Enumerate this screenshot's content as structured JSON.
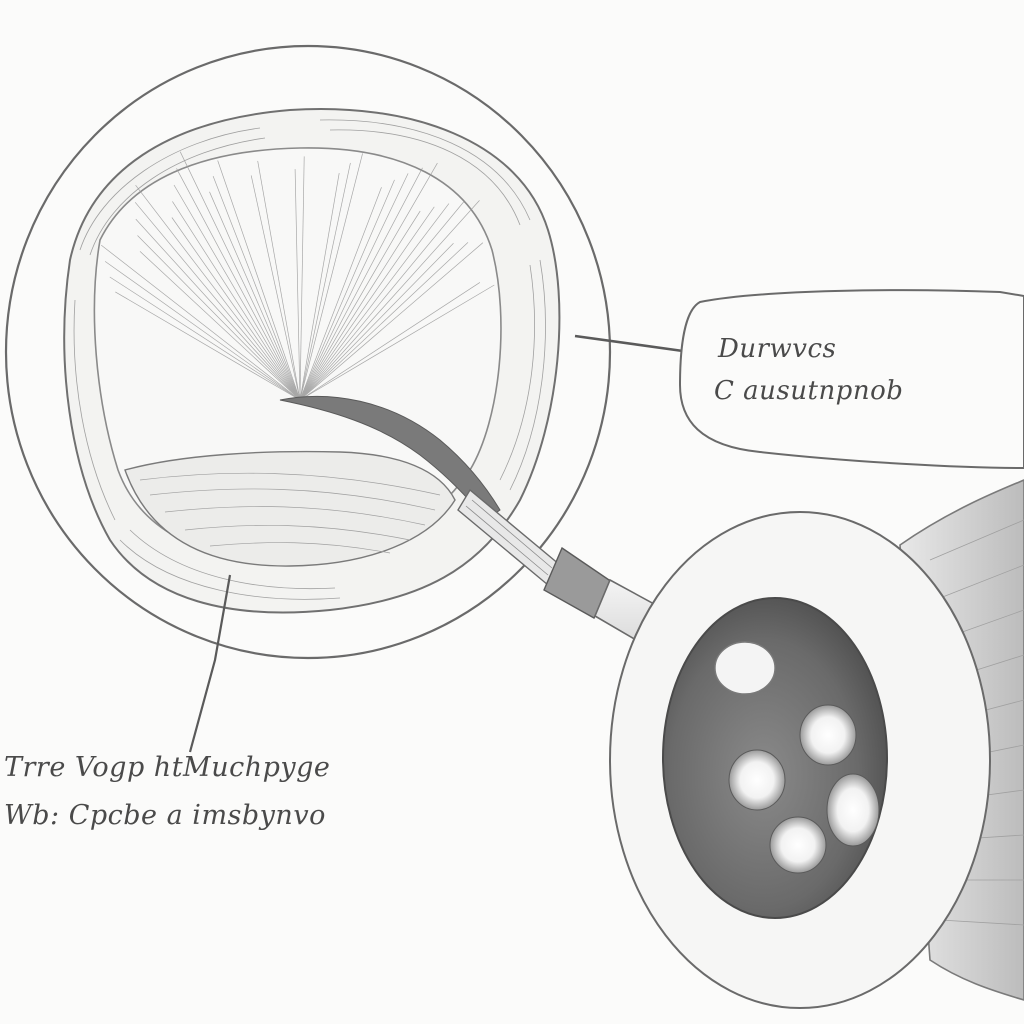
{
  "callout_right": {
    "line1": "Durwvcs",
    "line2": "C ausutnpnob"
  },
  "callout_left": {
    "line1": "Trre  Vogp  htMuchpyge",
    "line2": "Wb:  Cpcbe  a imsbynvo"
  },
  "colors": {
    "paper": "#fbfbfa",
    "pencil": "#5a5a5a",
    "pencil_light": "#9a9a9a",
    "shadow": "#6e6e6e"
  }
}
